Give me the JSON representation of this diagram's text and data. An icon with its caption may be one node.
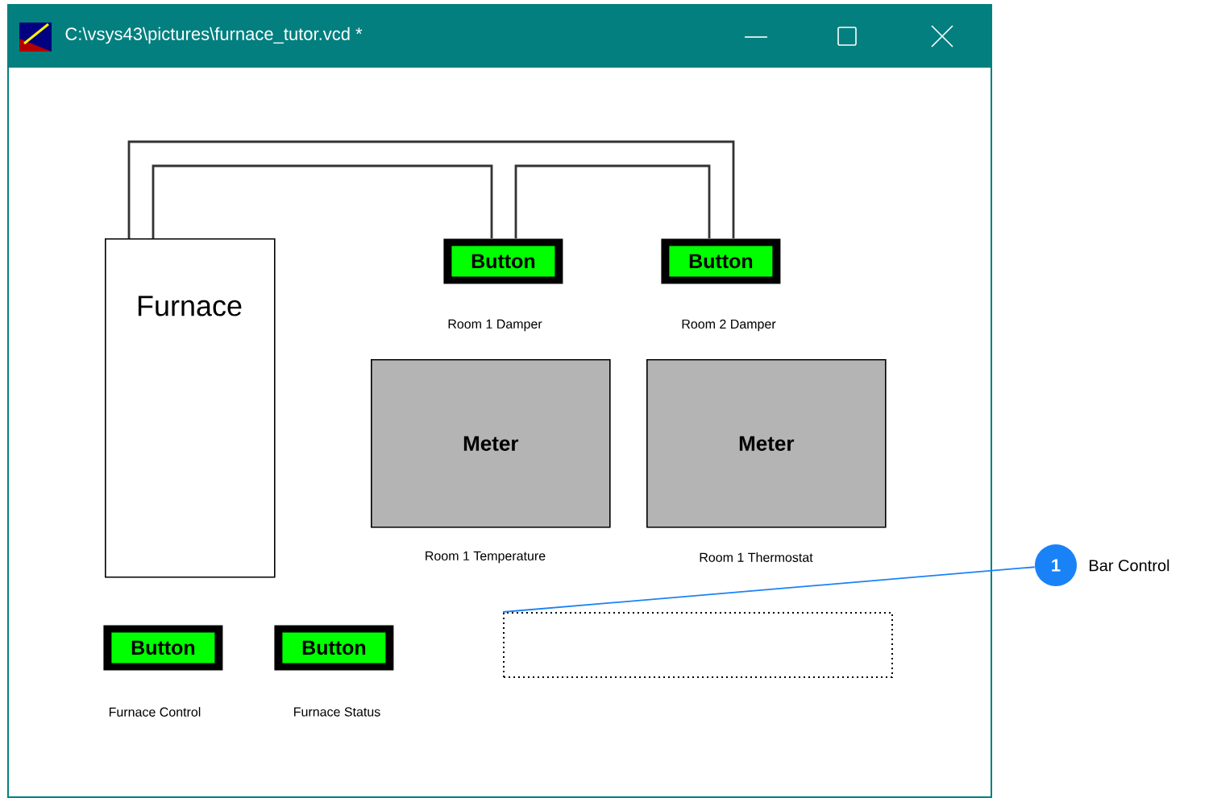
{
  "diagram": {
    "title": "C:\\vsys43\\pictures\\furnace_tutor.vcd *",
    "nodes": [
      {
        "text": [
          "Furnace"
        ]
      },
      {
        "text": [
          "Button"
        ],
        "beside": [
          "Room 1 Damper"
        ]
      },
      {
        "text": [
          "Button"
        ],
        "beside": [
          "Room 2 Damper"
        ]
      },
      {
        "text": [
          "Meter"
        ],
        "beside": [
          "Room 1 Temperature"
        ]
      },
      {
        "text": [
          "Meter"
        ],
        "beside": [
          "Room 1 Thermostat"
        ]
      },
      {
        "text": [
          "Button"
        ],
        "beside": [
          "Furnace Control"
        ]
      },
      {
        "text": [
          "Button"
        ],
        "beside": [
          "Furnace Status"
        ]
      },
      {
        "text": [],
        "shape": "box"
      },
      {
        "text": [
          "1"
        ],
        "beside": [
          "Bar Control"
        ]
      }
    ],
    "edges": [
      {
        "from": 0,
        "to": 1,
        "arrow": "none"
      },
      {
        "from": 0,
        "to": 2,
        "arrow": "none"
      },
      {
        "from": 1,
        "to": 2,
        "arrow": "none"
      },
      {
        "from": 8,
        "to": 7,
        "arrow": "none",
        "color": "#1a82f7"
      }
    ]
  }
}
